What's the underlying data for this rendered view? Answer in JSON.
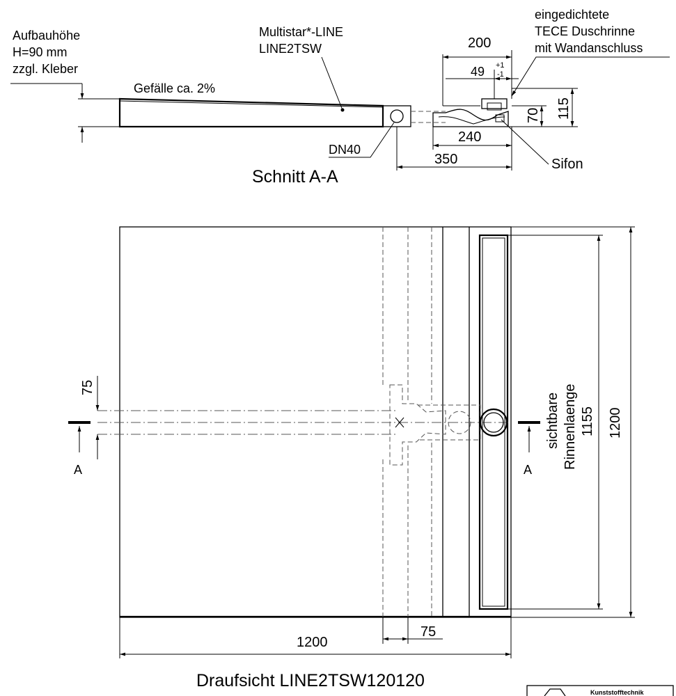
{
  "section": {
    "title": "Schnitt A-A",
    "height_label": [
      "Aufbauhöhe",
      "H=90 mm",
      "zzgl. Kleber"
    ],
    "slope": "Gefälle ca. 2%",
    "product": [
      "Multistar*-LINE",
      "LINE2TSW"
    ],
    "drain_note": [
      "eingedichtete",
      "TECE Duschrinne",
      "mit Wandanschluss"
    ],
    "dn": "DN40",
    "siphon": "Sifon",
    "dims": {
      "d200": "200",
      "d49": "49",
      "tol_plus": "+1",
      "tol_minus": "-1",
      "d70": "70",
      "d115": "115",
      "d240": "240",
      "d350": "350"
    }
  },
  "plan": {
    "title": "Draufsicht LINE2TSW120120",
    "dims": {
      "width": "1200",
      "height": "1200",
      "d75_bottom": "75",
      "d75_left": "75",
      "channel_len": "1155"
    },
    "channel_label": [
      "sichtbare",
      "Rinnenlaenge"
    ],
    "cut_marker": "A"
  },
  "logo_text": "Kunststofftechnik"
}
